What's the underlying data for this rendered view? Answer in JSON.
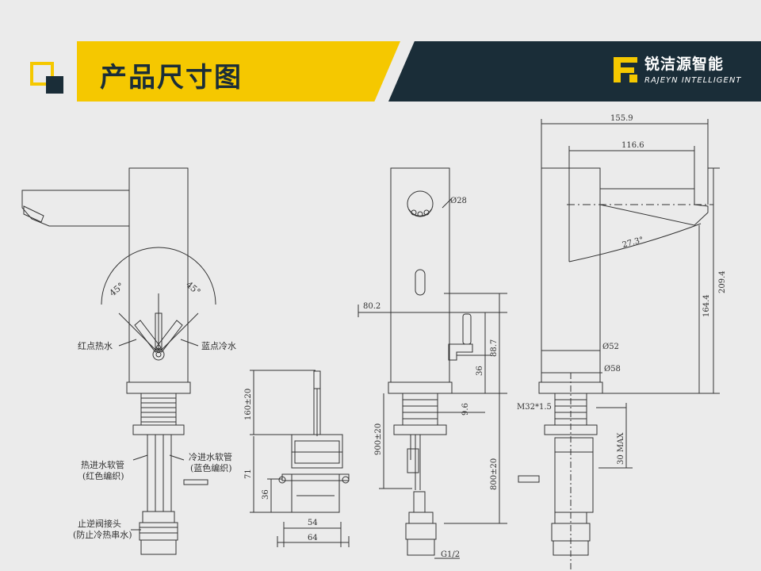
{
  "header": {
    "title": "产品尺寸图",
    "brand_name": "锐洁源智能",
    "brand_sub": "RAJEYN INTELLIGENT",
    "accent_color": "#f5c800",
    "dark_color": "#1a2d38"
  },
  "drawing": {
    "side_view": {
      "angle_left": "45°",
      "angle_right": "45°",
      "hot_label": "红点热水",
      "cold_label": "蓝点冷水",
      "hot_hose_line1": "热进水软管",
      "hot_hose_line2": "(红色编织)",
      "cold_hose_line1": "冷进水软管",
      "cold_hose_line2": "(蓝色编织)",
      "check_valve_line1": "止逆阀接头",
      "check_valve_line2": "(防止冷热串水)"
    },
    "control_box": {
      "cable_len": "160±20",
      "height_71": "71",
      "height_36": "36",
      "width_54": "54",
      "width_64": "64"
    },
    "front_view": {
      "sensor_dia": "Ø28",
      "dim_80_2": "80.2",
      "dim_88_7": "88.7",
      "dim_36": "36",
      "dim_9_6": "9.6",
      "hose_900": "900±20",
      "hose_800": "800±20",
      "thread_g": "G1/2"
    },
    "rear_view": {
      "dim_155_9": "155.9",
      "dim_116_6": "116.6",
      "angle_27_3": "27.3°",
      "dim_164_4": "164.4",
      "dim_209_4": "209.4",
      "dia_52": "Ø52",
      "dia_58": "Ø58",
      "thread_m32": "M32*1.5",
      "max_30": "30 MAX"
    }
  }
}
